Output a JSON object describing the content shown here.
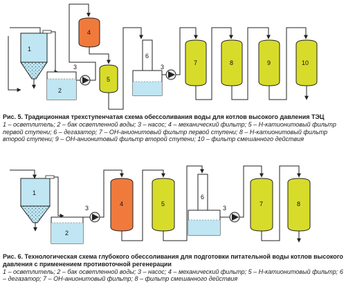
{
  "diagram1": {
    "labels": {
      "clarifier": "1",
      "tank": "2",
      "pump": "3",
      "mech_filter": "4",
      "h_cation_1": "5",
      "degasser": "6",
      "oh_anion_1": "7",
      "h_cation_2": "8",
      "oh_anion_2": "9",
      "mixed_filter": "10"
    },
    "caption_title": "Рис. 5. Традиционная трехступенчатая схема обессоливания воды для котлов высокого давления ТЭЦ",
    "caption_legend": "1 – осветлитель; 2 – бак осветленной воды; 3 – насос; 4 – механический фильтр; 5 – Н-катионитовый фильтр первой ступени; 6 – дегазатор; 7 – ОН-анионитовый фильтр первой ступени; 8 – Н-катионитовый фильтр второй ступени; 9 – ОН-анионитовый фильтр второй ступени; 10 – фильтр смешанного действия"
  },
  "diagram2": {
    "labels": {
      "clarifier": "1",
      "tank": "2",
      "pump_a": "3",
      "mech_filter": "4",
      "h_cation": "5",
      "degasser": "6",
      "pump_b": "3",
      "oh_anion": "7",
      "mixed_filter": "8"
    },
    "caption_title": "Рис. 6. Технологическая схема глубокого обессоливания для подготовки питательной воды котлов высокого давления с применением противоточной регенерации",
    "caption_legend": "1 – осветлитель; 2 – бак осветленной воды; 3 – насос; 4 – механический фильтр; 5 – Н-катионитовый фильтр; 6 – дегазатор; 7 – ОН-анионитовый фильтр; 8 – фильтр смешанного действия"
  },
  "colors": {
    "water": "#bfe6f2",
    "filter_yellow": "#d7dc2b",
    "filter_orange": "#f07a3c",
    "pipe": "#222222",
    "pump_fill": "#e8e8e8"
  }
}
